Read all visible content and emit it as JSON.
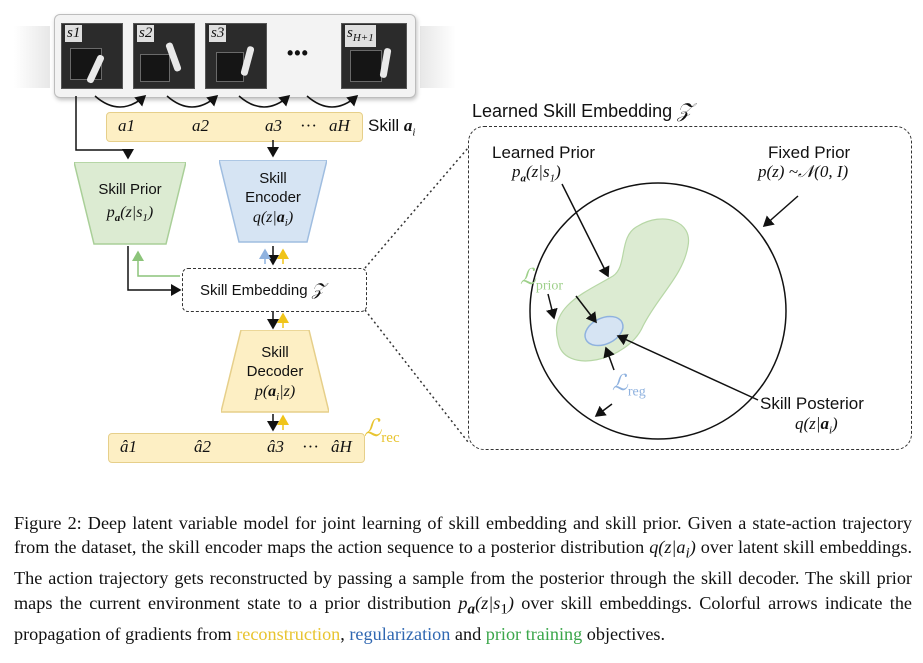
{
  "frames": [
    "s1",
    "s2",
    "s3",
    "s",
    "H+1"
  ],
  "frame_ellipsis": "•••",
  "action_bar": {
    "a1": "a1",
    "a2": "a2",
    "a3": "a3",
    "ellipsis": "···",
    "aH": "aH",
    "label_prefix": "Skill ",
    "label_var": "a",
    "label_sub": "i"
  },
  "skill_prior": {
    "title": "Skill Prior",
    "formula": "pa(z|s1)",
    "f_p": "p",
    "f_sub": "a",
    "f_rest": "(z|s",
    "f_s1": "1",
    "f_close": ")"
  },
  "skill_encoder": {
    "line1": "Skill",
    "line2": "Encoder",
    "f_q": "q(z|",
    "f_a": "a",
    "f_i": "i",
    "f_close": ")"
  },
  "skill_embedding": {
    "label": "Skill Embedding ",
    "symbol": "𝒵"
  },
  "skill_decoder": {
    "line1": "Skill",
    "line2": "Decoder",
    "f_p": "p(",
    "f_a": "a",
    "f_i": "i",
    "f_rest": "|z)"
  },
  "loss_rec": {
    "symbol": "ℒ",
    "sub": "rec"
  },
  "output_bar": {
    "h1": "â1",
    "h2": "â2",
    "h3": "â3",
    "ellipsis": "···",
    "hH": "âH"
  },
  "learned_embedding": {
    "title": "Learned Skill Embedding ",
    "symbol": "𝒵",
    "learned_prior": {
      "title": "Learned Prior",
      "f_p": "p",
      "f_sub": "a",
      "f_rest": "(z|s",
      "f_s1": "1",
      "f_close": ")"
    },
    "fixed_prior": {
      "title": "Fixed Prior",
      "formula": "p(z) ~𝒩(0, I)"
    },
    "loss_prior": {
      "symbol": "ℒ",
      "sub": "prior"
    },
    "loss_reg": {
      "symbol": "ℒ",
      "sub": "reg"
    },
    "skill_posterior": {
      "title": "Skill Posterior",
      "f_q": "q(z|",
      "f_a": "a",
      "f_i": "i",
      "f_close": ")"
    }
  },
  "colors": {
    "rec": "#e8c430",
    "reg": "#2f67b1",
    "prior": "#3aa64a",
    "green_fill": "#dcebd2",
    "blue_fill": "#d6e4f3",
    "yellow_fill": "#fdefc4"
  },
  "caption": {
    "p1": "Figure 2: Deep latent variable model for joint learning of skill embedding and skill prior. Given a state-action trajectory from the dataset, the skill encoder maps the action sequence to a posterior distribution ",
    "m1": "q(z|a",
    "m1i": "i",
    "m1c": ")",
    "p2": " over latent skill embeddings. The action trajectory gets reconstructed by passing a sample from the posterior through the skill decoder. The skill prior maps the current environment state to a prior distribution ",
    "m2p": "p",
    "m2a": "a",
    "m2r": "(z|s",
    "m21": "1",
    "m2c": ")",
    "p3": " over skill embeddings. Colorful arrows indicate the propagation of gradients from ",
    "rec": "reconstruction",
    "sep1": ", ",
    "reg": "regularization",
    "and": " and ",
    "pri": "prior training",
    "end": " objectives."
  }
}
